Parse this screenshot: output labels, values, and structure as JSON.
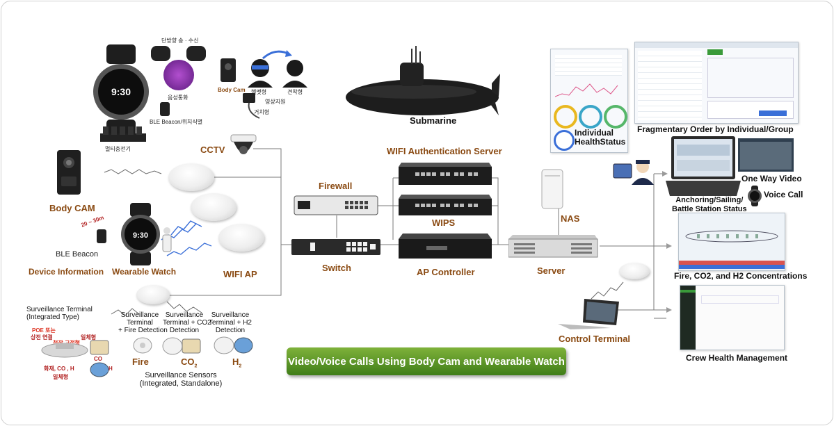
{
  "labels": {
    "cctv": "CCTV",
    "submarine": "Submarine",
    "wifi_auth_server": "WIFI Authentication Server",
    "firewall": "Firewall",
    "wips": "WIPS",
    "switch": "Switch",
    "ap_controller": "AP Controller",
    "nas": "NAS",
    "server": "Server",
    "control_terminal": "Control Terminal",
    "body_cam": "Body CAM",
    "ble_beacon": "BLE Beacon",
    "distance": "20 ~ 30m",
    "device_information": "Device Information",
    "wearable_watch": "Wearable Watch",
    "wifi_ap": "WIFI AP",
    "individual_health_status": "Individual\nHealthStatus",
    "fragmentary_order": "Fragmentary Order by Individual/Group",
    "anchoring_status": "Anchoring/Sailing/\nBattle Station Status",
    "one_way_video": "One Way Video",
    "voice_call": "Voice Call",
    "fire_co2_h2": "Fire, CO2, and H2 Concentrations",
    "crew_health": "Crew Health Management",
    "surveillance_terminal_integrated": "Surveillance Terminal\n(Integrated Type)",
    "st_fire": "Surveillance\nTerminal\n+ Fire Detection",
    "st_co2": "Surveillance\nTerminal + CO2\nDetection",
    "st_h2": "Surveillance\nTerminal + H2\nDetection",
    "fire": "Fire",
    "co2": "CO",
    "co2_sub": "2",
    "h2": "H",
    "h2_sub": "2",
    "sensors": "Surveillance Sensors\n(Integrated, Standalone)",
    "banner": "Video/Voice Calls Using Body Cam and Wearable Watch"
  },
  "korean": {
    "top_bubble": "단방향 송 · 수신",
    "voice_call": "음성통화",
    "ble_location": "BLE Beacon/위치식별",
    "multi_charger": "멀티충전기",
    "body_cam_small": "Body Cam",
    "helmet_type": "헬멧형",
    "shoulder_type": "견착형",
    "video_support": "영상지원",
    "stand_type": "거치형",
    "poe": "POE 또는",
    "power_select": "상전 연결",
    "ceiling": "천장 고정형",
    "integrated": "일체형",
    "fire_co_h": "화재, CO , H",
    "integrated2": "일체형",
    "co2_small": "CO",
    "h_small": "H"
  },
  "watch_time": "9:30",
  "colors": {
    "label_brown": "#8a4a12",
    "banner_top": "#7fb23a",
    "banner_bottom": "#3f7d18",
    "wire": "#7a7a7a",
    "wifi_wave": "#3a6fd8"
  }
}
